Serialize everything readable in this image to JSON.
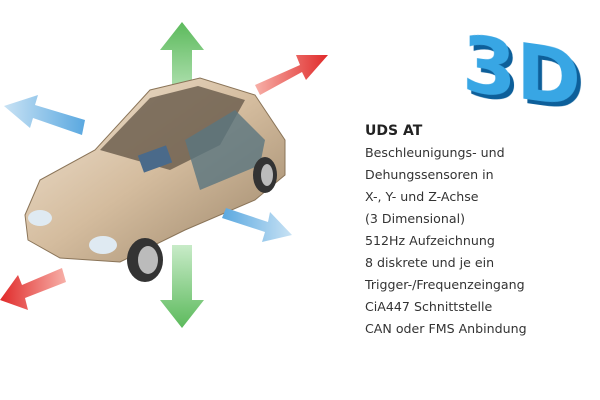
{
  "logo": {
    "text": "3D",
    "color": "#2a8fd0"
  },
  "info": {
    "title": "UDS AT",
    "lines": [
      "Beschleunigungs- und",
      "Dehungssensoren in",
      "X-, Y- und Z-Achse",
      "(3 Dimensional)",
      "512Hz Aufzeichnung",
      "8 diskrete und je ein",
      "Trigger-/Frequenzeingang",
      "CiA447 Schnittstelle",
      "CAN oder FMS Anbindung"
    ]
  },
  "colors": {
    "x_axis": "#e03a3a",
    "y_axis": "#6ab0e0",
    "z_axis": "#6cc06c",
    "car": "#d9c4a8"
  }
}
